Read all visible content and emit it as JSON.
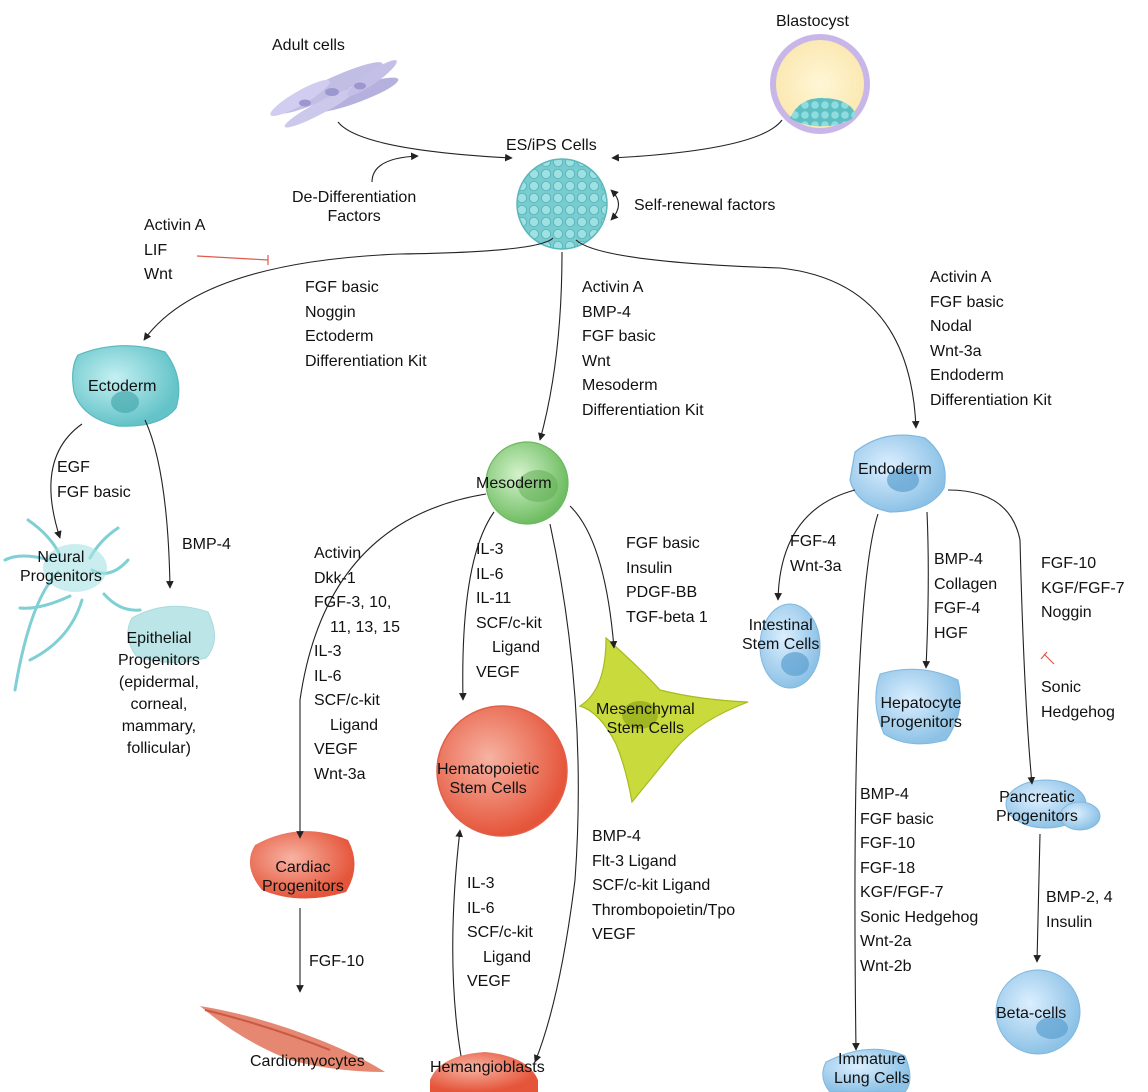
{
  "sources": {
    "adult": "Adult cells",
    "blastocyst": "Blastocyst",
    "es": "ES/iPS Cells",
    "dediff": [
      "De-Differentiation",
      "Factors"
    ],
    "selfrenewal": "Self-renewal factors"
  },
  "inhibitors_top": [
    "Activin A",
    "LIF",
    "Wnt"
  ],
  "to_ectoderm": [
    "FGF basic",
    "Noggin",
    "Ectoderm",
    "Differentiation Kit"
  ],
  "to_mesoderm": [
    "Activin A",
    "BMP-4",
    "FGF basic",
    "Wnt",
    "Mesoderm",
    "Differentiation Kit"
  ],
  "to_endoderm": [
    "Activin A",
    "FGF basic",
    "Nodal",
    "Wnt-3a",
    "Endoderm",
    "Differentiation Kit"
  ],
  "germ_layers": {
    "ectoderm": "Ectoderm",
    "mesoderm": "Mesoderm",
    "endoderm": "Endoderm"
  },
  "ecto_branch": {
    "neural_factors": [
      "EGF",
      "FGF basic"
    ],
    "epithelial_factors": [
      "BMP-4"
    ]
  },
  "neural_progenitors": [
    "Neural",
    "Progenitors"
  ],
  "epithelial_progenitors": [
    "Epithelial",
    "Progenitors",
    "(epidermal,",
    "corneal,",
    "mammary,",
    "follicular)"
  ],
  "cardiac_factors": [
    "Activin",
    "Dkk-1",
    "FGF-3, 10,",
    "11, 13, 15",
    "IL-3",
    "IL-6",
    "SCF/c-kit",
    "Ligand",
    "VEGF",
    "Wnt-3a"
  ],
  "hsc_factors": [
    "IL-3",
    "IL-6",
    "IL-11",
    "SCF/c-kit",
    "Ligand",
    "VEGF"
  ],
  "msc_factors": [
    "FGF basic",
    "Insulin",
    "PDGF-BB",
    "TGF-beta 1"
  ],
  "hemangio_factors": [
    "BMP-4",
    "Flt-3 Ligand",
    "SCF/c-kit Ligand",
    "Thrombopoietin/Tpo",
    "VEGF"
  ],
  "hemangio_to_hsc_factors": [
    "IL-3",
    "IL-6",
    "SCF/c-kit",
    "Ligand",
    "VEGF"
  ],
  "cardiac_progenitors": [
    "Cardiac",
    "Progenitors"
  ],
  "cardiomyocyte_factors": [
    "FGF-10"
  ],
  "cardiomyocytes": "Cardiomyocytes",
  "hsc": [
    "Hematopoietic",
    "Stem Cells"
  ],
  "msc": [
    "Mesenchymal",
    "Stem Cells"
  ],
  "hemangioblasts": "Hemangioblasts",
  "intestinal_factors": [
    "FGF-4",
    "Wnt-3a"
  ],
  "intestinal": [
    "Intestinal",
    "Stem Cells"
  ],
  "hepatocyte_factors": [
    "BMP-4",
    "Collagen",
    "FGF-4",
    "HGF"
  ],
  "hepatocyte": [
    "Hepatocyte",
    "Progenitors"
  ],
  "pancreatic_factors": [
    "FGF-10",
    "KGF/FGF-7",
    "Noggin"
  ],
  "pancreatic_inhibitor": [
    "Sonic",
    "Hedgehog"
  ],
  "pancreatic": [
    "Pancreatic",
    "Progenitors"
  ],
  "lung_factors": [
    "BMP-4",
    "FGF basic",
    "FGF-10",
    "FGF-18",
    "KGF/FGF-7",
    "Sonic Hedgehog",
    "Wnt-2a",
    "Wnt-2b"
  ],
  "lung": [
    "Immature",
    "Lung Cells"
  ],
  "beta_factors": [
    "BMP-2, 4",
    "Insulin"
  ],
  "beta": "Beta-cells",
  "colors": {
    "ecto": "#7fd0d4",
    "meso": "#8fcf86",
    "endo": "#a9d3ef",
    "cardiac": "#e8684d",
    "hsc": "#ec7a63",
    "msc": "#c9da3c",
    "es": "#7fcfd2",
    "inhibit": "#e05a4a"
  }
}
